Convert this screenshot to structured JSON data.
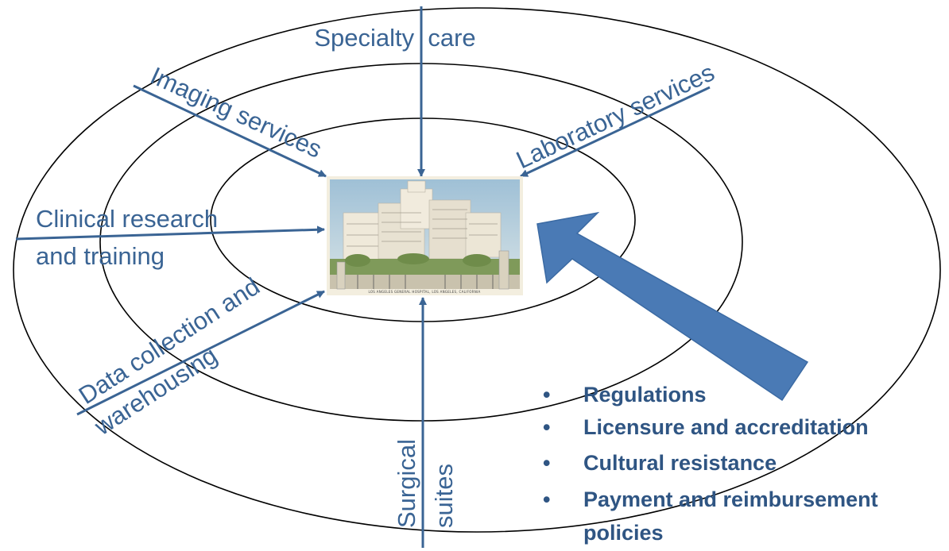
{
  "diagram": {
    "labels": {
      "specialty_care": "Specialty  care",
      "laboratory_services": "Laboratory services",
      "imaging_services": "Imaging services",
      "clinical_research_line1": "Clinical research",
      "clinical_research_line2": "and training",
      "data_collection_line1": "Data collection and",
      "data_collection_line2": "warehousing",
      "surgical_line1": "Surgical",
      "surgical_line2": "suites"
    },
    "image_caption": "LOS ANGELES GENERAL HOSPITAL, LOS ANGELES, CALIFORNIA",
    "barriers": [
      "Regulations",
      "Licensure and accreditation",
      "Cultural resistance",
      "Payment and reimbursement",
      "policies"
    ],
    "bullet_char": "•",
    "colors": {
      "arrow": "#3a6494",
      "big_arrow_fill": "#4a7ab5",
      "ring": "#000000",
      "text": "#3a6494"
    }
  }
}
